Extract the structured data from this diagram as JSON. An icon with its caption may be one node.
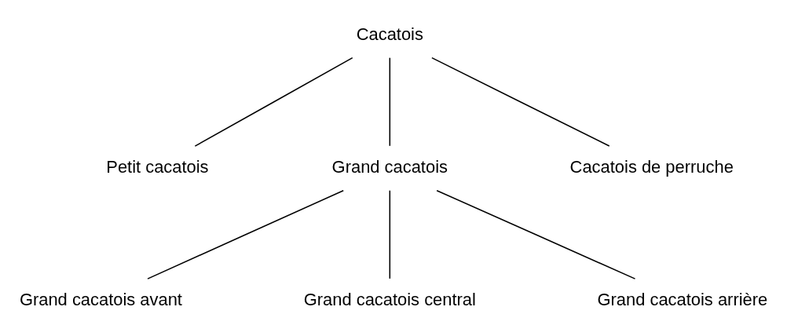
{
  "diagram": {
    "nodes": [
      {
        "text": [
          "Cacatois"
        ]
      },
      {
        "text": [
          "Petit cacatois"
        ]
      },
      {
        "text": [
          "Grand cacatois"
        ]
      },
      {
        "text": [
          "Cacatois de perruche"
        ]
      },
      {
        "text": [
          "Grand cacatois avant"
        ]
      },
      {
        "text": [
          "Grand cacatois central"
        ]
      },
      {
        "text": [
          "Grand cacatois arrière"
        ]
      }
    ],
    "edges": [
      {
        "from": 0,
        "to": 1,
        "arrow": "none"
      },
      {
        "from": 0,
        "to": 2,
        "arrow": "none"
      },
      {
        "from": 0,
        "to": 3,
        "arrow": "none"
      },
      {
        "from": 2,
        "to": 4,
        "arrow": "none"
      },
      {
        "from": 2,
        "to": 5,
        "arrow": "none"
      },
      {
        "from": 2,
        "to": 6,
        "arrow": "none"
      }
    ]
  }
}
